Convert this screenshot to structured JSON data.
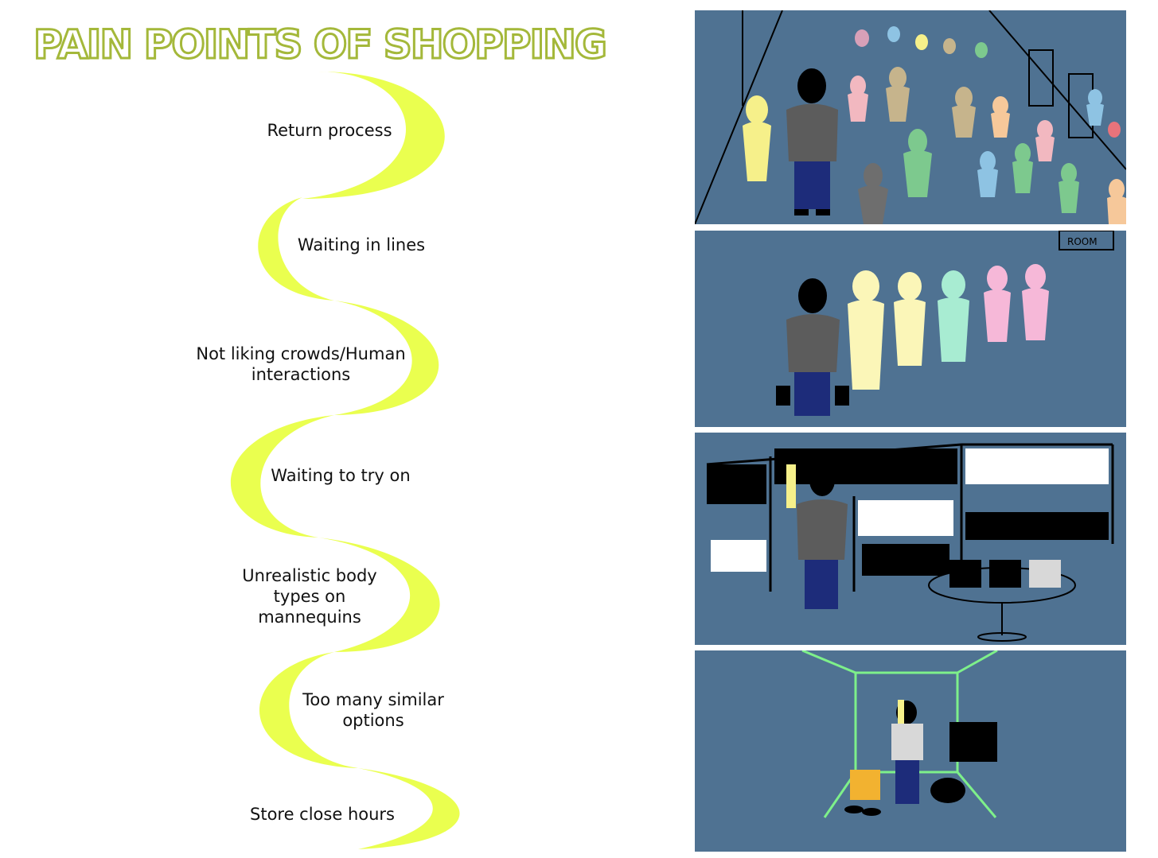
{
  "title": "PAIN POINTS OF SHOPPING",
  "colors": {
    "title_stroke": "#a4b83a",
    "wave": "#eaff4f",
    "panel_bg": "#4f7292",
    "text": "#111111"
  },
  "pain_points": [
    "Return process",
    "Waiting in lines",
    "Not liking crowds/Human interactions",
    "Waiting to try on",
    "Unrealistic body types on mannequins",
    "Too many similar options",
    "Store close hours"
  ],
  "panels": [
    {
      "scene": "crowded-store",
      "sign_text": ""
    },
    {
      "scene": "fitting-room-line",
      "sign_text": "ROOM"
    },
    {
      "scene": "clothing-racks",
      "sign_text": ""
    },
    {
      "scene": "fitting-room",
      "sign_text": ""
    }
  ]
}
